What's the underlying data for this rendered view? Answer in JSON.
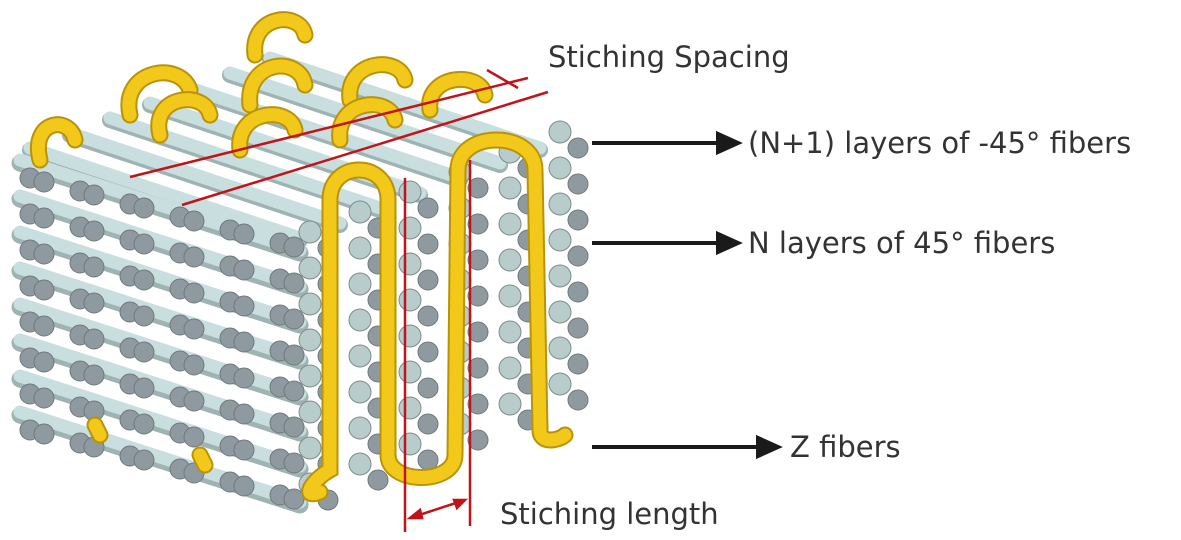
{
  "labels": {
    "stitching_spacing": "Stiching Spacing",
    "neg45_layers": "(N+1) layers of -45° fibers",
    "pos45_layers": "N layers of 45° fibers",
    "z_fibers": "Z fibers",
    "stitching_length": "Stiching length"
  },
  "colors": {
    "rod": "#c9dede",
    "rod_end": "#8f9aa0",
    "z_fiber": "#f2c81a",
    "dimension": "#c0141a",
    "arrow": "#1a1a1a"
  }
}
